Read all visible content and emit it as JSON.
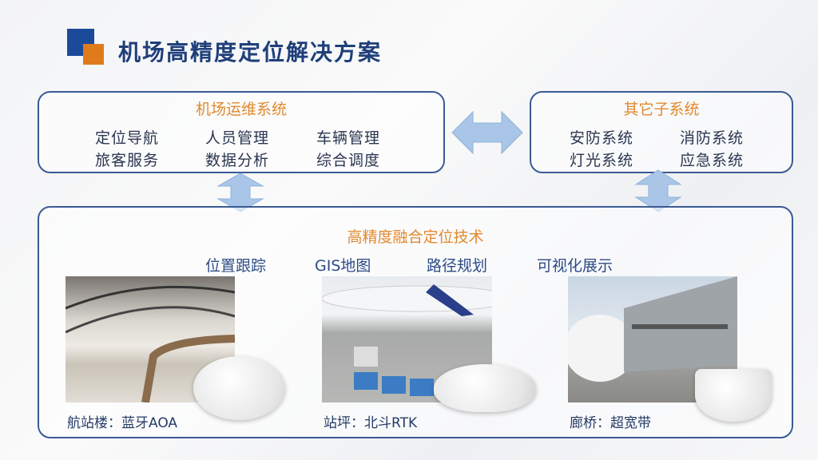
{
  "title": "机场高精度定位解决方案",
  "ops": {
    "title": "机场运维系统",
    "items": [
      "定位导航",
      "人员管理",
      "车辆管理",
      "旅客服务",
      "数据分析",
      "综合调度"
    ]
  },
  "other": {
    "title": "其它子系统",
    "items": [
      "安防系统",
      "消防系统",
      "灯光系统",
      "应急系统"
    ]
  },
  "fusion": {
    "title": "高精度融合定位技术",
    "features": [
      "位置跟踪",
      "GIS地图",
      "路径规划",
      "可视化展示"
    ],
    "scenes": [
      {
        "caption": "航站楼：蓝牙AOA"
      },
      {
        "caption": "站坪：北斗RTK"
      },
      {
        "caption": "廊桥：超宽带"
      }
    ]
  },
  "colors": {
    "blue": "#1c4a9a",
    "orange": "#e07b1c",
    "arrow": "#a9c6e8"
  }
}
